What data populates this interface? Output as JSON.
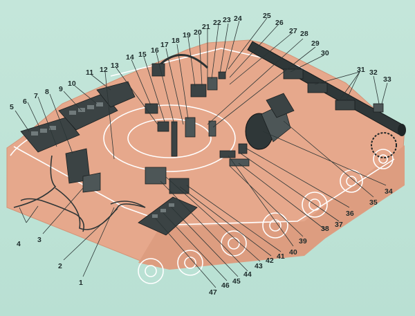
{
  "colors": {
    "background": "#bfe3d6",
    "hull": "#e6a88c",
    "outline": "#ffffff",
    "device": "#3b4344"
  },
  "callouts": [
    {
      "n": "1",
      "text": "1"
    },
    {
      "n": "2",
      "text": "2"
    },
    {
      "n": "3",
      "text": "3"
    },
    {
      "n": "4",
      "text": "4"
    },
    {
      "n": "5",
      "text": "5"
    },
    {
      "n": "6",
      "text": "6"
    },
    {
      "n": "7",
      "text": "7"
    },
    {
      "n": "8",
      "text": "8"
    },
    {
      "n": "9",
      "text": "9"
    },
    {
      "n": "10",
      "text": "10"
    },
    {
      "n": "11",
      "text": "11"
    },
    {
      "n": "12",
      "text": "12"
    },
    {
      "n": "13",
      "text": "13"
    },
    {
      "n": "14",
      "text": "14"
    },
    {
      "n": "15",
      "text": "15"
    },
    {
      "n": "16",
      "text": "16"
    },
    {
      "n": "17",
      "text": "17"
    },
    {
      "n": "18",
      "text": "18"
    },
    {
      "n": "19",
      "text": "19"
    },
    {
      "n": "20",
      "text": "20"
    },
    {
      "n": "21",
      "text": "21"
    },
    {
      "n": "22",
      "text": "22"
    },
    {
      "n": "23",
      "text": "23"
    },
    {
      "n": "24",
      "text": "24"
    },
    {
      "n": "25",
      "text": "25"
    },
    {
      "n": "26",
      "text": "26"
    },
    {
      "n": "27",
      "text": "27"
    },
    {
      "n": "28",
      "text": "28"
    },
    {
      "n": "29",
      "text": "29"
    },
    {
      "n": "30",
      "text": "30"
    },
    {
      "n": "31",
      "text": "31"
    },
    {
      "n": "32",
      "text": "32"
    },
    {
      "n": "33",
      "text": "33"
    },
    {
      "n": "34",
      "text": "34"
    },
    {
      "n": "35",
      "text": "35"
    },
    {
      "n": "36",
      "text": "36"
    },
    {
      "n": "37",
      "text": "37"
    },
    {
      "n": "38",
      "text": "38"
    },
    {
      "n": "39",
      "text": "39"
    },
    {
      "n": "40",
      "text": "40"
    },
    {
      "n": "41",
      "text": "41"
    },
    {
      "n": "42",
      "text": "42"
    },
    {
      "n": "43",
      "text": "43"
    },
    {
      "n": "44",
      "text": "44"
    },
    {
      "n": "45",
      "text": "45"
    },
    {
      "n": "46",
      "text": "46"
    },
    {
      "n": "47",
      "text": "47"
    }
  ]
}
